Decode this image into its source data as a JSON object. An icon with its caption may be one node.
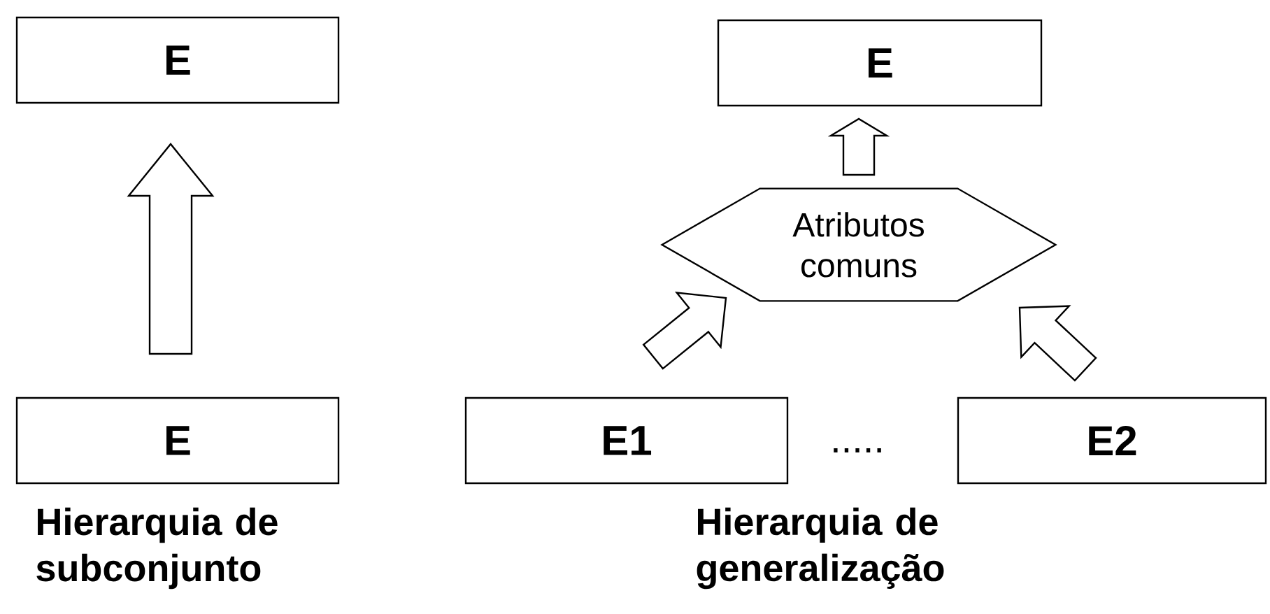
{
  "diagram": {
    "nodes": [
      {
        "text": [
          "E"
        ]
      },
      {
        "text": [
          "E"
        ]
      },
      {
        "text": [
          "E"
        ]
      },
      {
        "text": [
          "Atributos comuns"
        ]
      },
      {
        "text": [
          "E1"
        ]
      },
      {
        "text": [
          "E2"
        ]
      }
    ],
    "edges": [
      {
        "from": 1,
        "to": 0,
        "arrow": "to"
      },
      {
        "from": 3,
        "to": 2,
        "arrow": "to"
      },
      {
        "from": 4,
        "to": 3,
        "arrow": "to"
      },
      {
        "from": 5,
        "to": 3,
        "arrow": "to"
      }
    ],
    "labels": [
      ".....",
      "Hierarquia de subconjunto",
      "Hierarquia de generalização"
    ]
  }
}
